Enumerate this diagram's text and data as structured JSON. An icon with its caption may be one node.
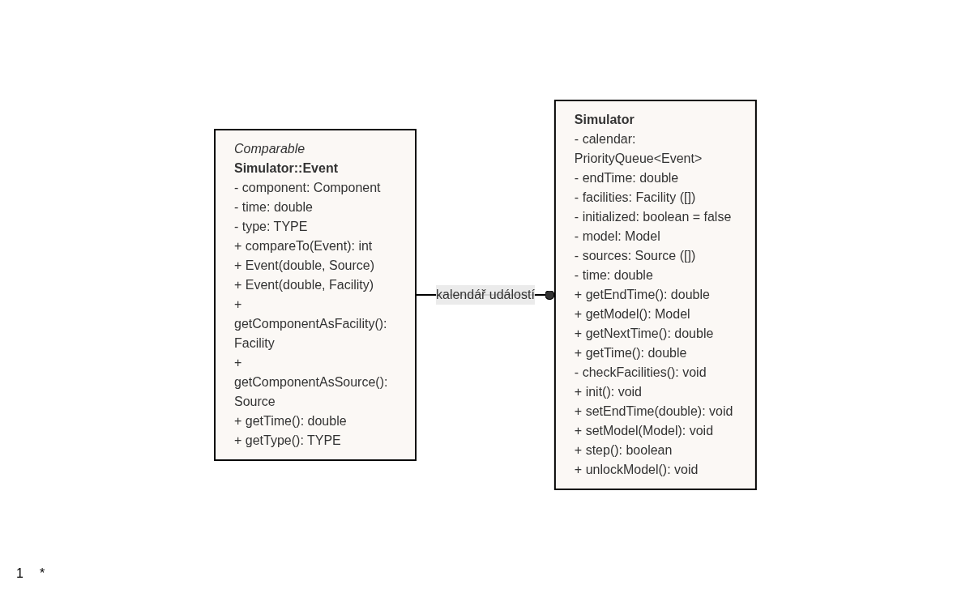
{
  "diagram": {
    "nodes": [
      {
        "text": [
          "Simulator",
          "- calendar: PriorityQueue<Event>",
          "- endTime: double",
          "- facilities: Facility ([])",
          "- initialized: boolean = false",
          "- model: Model",
          "- sources: Source ([])",
          "- time: double",
          "+ getEndTime(): double",
          "+ getModel(): Model",
          "+ getNextTime(): double",
          "+ getTime(): double",
          "- checkFacilities(): void",
          "+ init(): void",
          "+ setEndTime(double): void",
          "+ setModel(Model): void",
          "+ step(): boolean",
          "+ unlockModel(): void"
        ]
      },
      {
        "text": [
          "Comparable",
          "Simulator::Event",
          "- component: Component",
          "- time: double",
          "- type: TYPE",
          "+ compareTo(Event): int",
          "+ Event(double, Source)",
          "+ Event(double, Facility)",
          "+ getComponentAsFacility(): Facility",
          "+ getComponentAsSource(): Source",
          "+ getTime(): double",
          "+ getType(): TYPE"
        ]
      }
    ],
    "edges": [
      {
        "from": 0,
        "to": 1,
        "arrow": "other",
        "label": "kalendář událostí"
      }
    ],
    "labels": [
      "1",
      "*"
    ]
  }
}
